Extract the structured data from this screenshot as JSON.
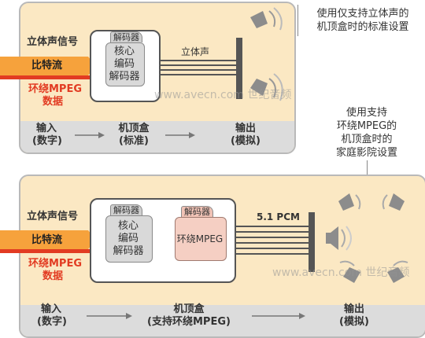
{
  "top": {
    "stereo_signal": "立体声信号",
    "bitstream": "比特流",
    "surround_mpeg": "环绕MPEG",
    "data": "数据",
    "decoder_tab": "解码器",
    "core_codec": [
      "核心",
      "编码",
      "解码器"
    ],
    "stereo_label": "立体声",
    "bottom": {
      "input": "输入",
      "input_sub": "(数字)",
      "stb": "机顶盒",
      "stb_sub": "(标准)",
      "output": "输出",
      "output_sub": "(模拟)"
    },
    "note": [
      "使用仅支持立体声的",
      "机顶盒时的标准设置"
    ]
  },
  "middle_note": [
    "使用支持",
    "环绕MPEG的",
    "机顶盒时的",
    "家庭影院设置"
  ],
  "bottom_panel": {
    "stereo_signal": "立体声信号",
    "bitstream": "比特流",
    "surround_mpeg": "环绕MPEG",
    "data": "数据",
    "decoder_tab1": "解码器",
    "decoder_tab2": "解码器",
    "core_codec": [
      "核心",
      "编码",
      "解码器"
    ],
    "surround_chip": "环绕MPEG",
    "pcm_label": "5.1 PCM",
    "bottom": {
      "input": "输入",
      "input_sub": "(数字)",
      "stb": "机顶盒",
      "stb_sub": "(支持环绕MPEG)",
      "output": "输出",
      "output_sub": "(模拟)"
    }
  },
  "watermark": "www.avecn.com 世纪音频",
  "colors": {
    "panel_bg": "#fbe8c3",
    "stream_red": "#e23b22",
    "stream_orange": "#f6a23c",
    "surround_chip": "#f5cfc3"
  }
}
